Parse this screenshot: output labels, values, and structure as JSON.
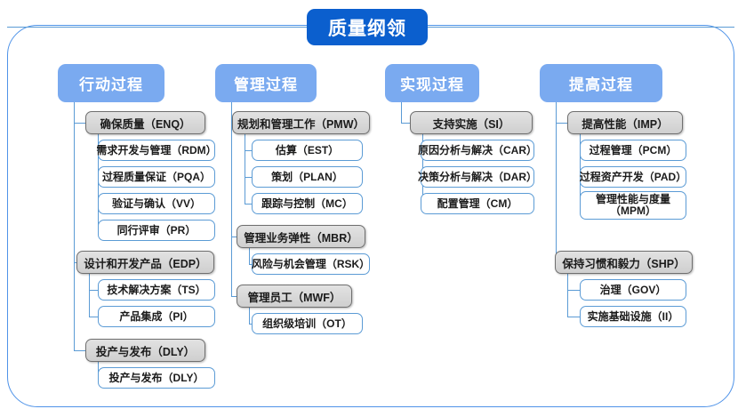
{
  "root": {
    "label": "质量纲领"
  },
  "colors": {
    "root_fill": "#0b5fce",
    "header_fill": "#7aaaf0",
    "category_fill": "#d4d4d4",
    "category_border": "#6f6f6f",
    "leaf_border": "#5b9bd5",
    "frame_border": "#4f93e8"
  },
  "columns": [
    {
      "header": "行动过程",
      "groups": [
        {
          "category": "确保质量（ENQ）",
          "items": [
            "需求开发与管理（RDM）",
            "过程质量保证（PQA）",
            "验证与确认（VV）",
            "同行评审（PR）"
          ]
        },
        {
          "category": "设计和开发产品（EDP）",
          "items": [
            "技术解决方案（TS）",
            "产品集成（PI）"
          ]
        },
        {
          "category": "投产与发布（DLY）",
          "items": [
            "投产与发布（DLY）"
          ]
        }
      ]
    },
    {
      "header": "管理过程",
      "groups": [
        {
          "category": "规划和管理工作（PMW）",
          "items": [
            "估算（EST）",
            "策划（PLAN）",
            "跟踪与控制（MC）"
          ]
        },
        {
          "category": "管理业务弹性（MBR）",
          "items": [
            "风险与机会管理（RSK）"
          ]
        },
        {
          "category": "管理员工（MWF）",
          "items": [
            "组织级培训（OT）"
          ]
        }
      ]
    },
    {
      "header": "实现过程",
      "groups": [
        {
          "category": "支持实施（SI）",
          "items": [
            "原因分析与解决（CAR）",
            "决策分析与解决（DAR）",
            "配置管理（CM）"
          ]
        }
      ]
    },
    {
      "header": "提高过程",
      "groups": [
        {
          "category": "提高性能（IMP）",
          "items": [
            "过程管理（PCM）",
            "过程资产开发（PAD）",
            "管理性能与度量（MPM）"
          ]
        },
        {
          "category": "保持习惯和毅力（SHP）",
          "items": [
            "治理（GOV）",
            "实施基础设施（II）"
          ]
        }
      ]
    }
  ]
}
